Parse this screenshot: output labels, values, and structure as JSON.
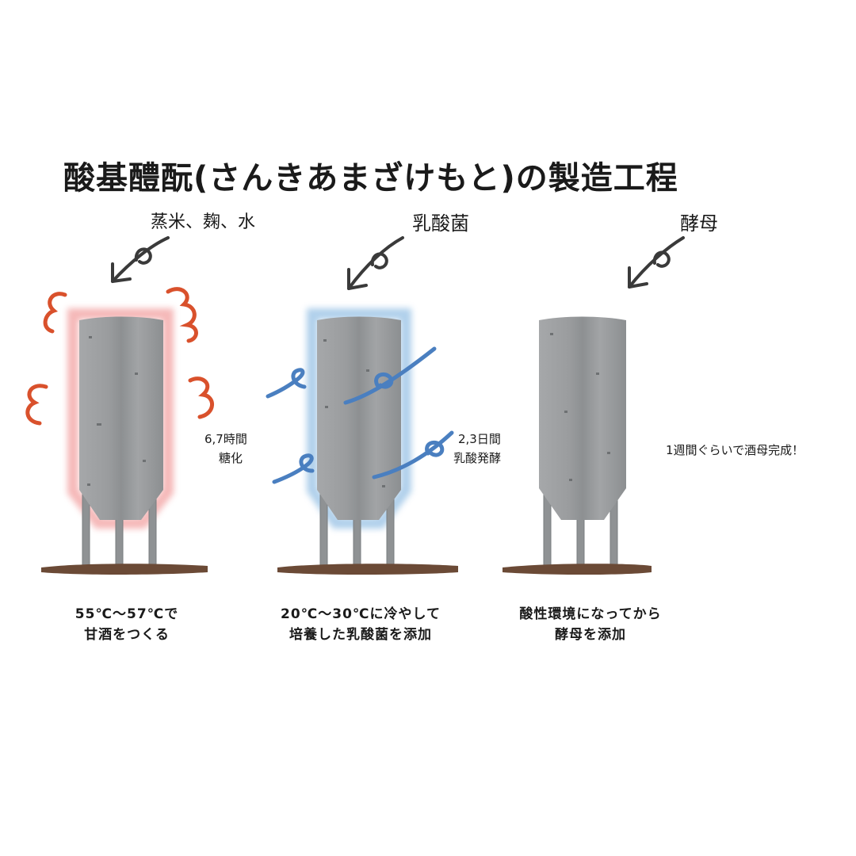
{
  "title": "酸基醴酛(さんきあまざけもと)の製造工程",
  "steps": [
    {
      "input": "蒸米、麹、水",
      "duration_lines": [
        "6,7時間",
        "糖化"
      ],
      "caption_lines": [
        "55℃～57℃で",
        "甘酒をつくる"
      ],
      "glow_color": "#f2a0a0",
      "accent_color": "#d9512c"
    },
    {
      "input": "乳酸菌",
      "duration_lines": [
        "2,3日間",
        "乳酸発酵"
      ],
      "caption_lines": [
        "20℃～30℃に冷やして",
        "培養した乳酸菌を添加"
      ],
      "glow_color": "#9cc4e6",
      "accent_color": "#4a7fc0"
    },
    {
      "input": "酵母",
      "duration_lines": [
        "1週間ぐらいで酒母完成！"
      ],
      "caption_lines": [
        "酸性環境になってから",
        "酵母を添加"
      ],
      "glow_color": "",
      "accent_color": ""
    }
  ],
  "icons": {
    "arrow": "curly-arrow-icon",
    "tank": "fermentation-tank-icon",
    "heat": "heat-wave-icon",
    "bacteria": "lactic-bacteria-icon",
    "ground": "ground-strip"
  },
  "colors": {
    "tank": "#9a9c9e",
    "tank_dark": "#7d8082",
    "tank_light": "#b3b5b7",
    "ground": "#6b4a36",
    "arrow": "#3a3a3a",
    "text": "#1a1a1a"
  }
}
